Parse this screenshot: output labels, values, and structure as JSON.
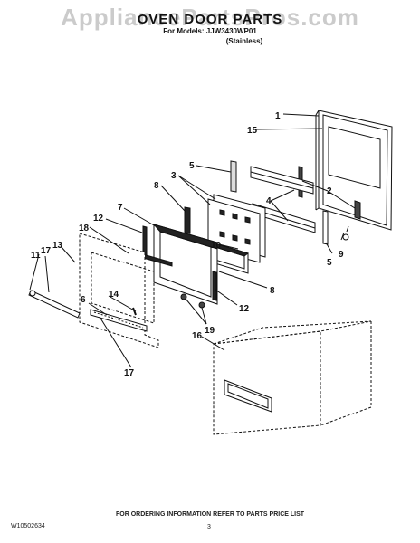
{
  "header": {
    "watermark": "AppliancePartsPros.com",
    "title": "OVEN DOOR PARTS",
    "models": "For Models: JJW3430WP01",
    "variant": "(Stainless)"
  },
  "callouts": {
    "c1": "1",
    "c15": "15",
    "c5a": "5",
    "c3": "3",
    "c8a": "8",
    "c2": "2",
    "c4": "4",
    "c7": "7",
    "c12a": "12",
    "c18": "18",
    "c10": "10",
    "c9": "9",
    "c5b": "5",
    "c11": "11",
    "c17a": "17",
    "c13": "13",
    "c8b": "8",
    "c14": "14",
    "c6": "6",
    "c12b": "12",
    "c19": "19",
    "c16": "16",
    "c17b": "17"
  },
  "footer": {
    "order_info": "FOR ORDERING INFORMATION REFER TO PARTS PRICE LIST",
    "doc_number": "W10502634",
    "page_number": "3"
  }
}
